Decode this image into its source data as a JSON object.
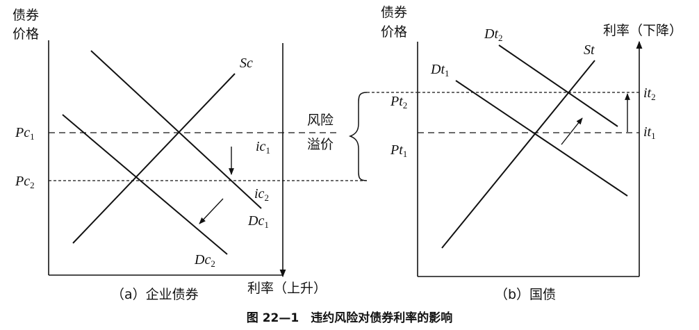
{
  "panel_a": {
    "y_axis_label_line1": "债券",
    "y_axis_label_line2": "价格",
    "x_axis_label": "利率（上升）",
    "supply_label": "Sc",
    "demand_old_label": "Dc",
    "demand_old_sub": "1",
    "demand_new_label": "Dc",
    "demand_new_sub": "2",
    "price1_label": "Pc",
    "price1_sub": "1",
    "price2_label": "Pc",
    "price2_sub": "2",
    "rate1_label": "ic",
    "rate1_sub": "1",
    "rate2_label": "ic",
    "rate2_sub": "2",
    "caption": "（a）企业债券"
  },
  "risk_premium": {
    "line1": "风险",
    "line2": "溢价"
  },
  "panel_b": {
    "y_axis_label_line1": "债券",
    "y_axis_label_line2": "价格",
    "x_axis_label": "利率（下降）",
    "supply_label": "St",
    "demand_old_label": "Dt",
    "demand_old_sub": "1",
    "demand_new_label": "Dt",
    "demand_new_sub": "2",
    "price1_label": "Pt",
    "price1_sub": "1",
    "price2_label": "Pt",
    "price2_sub": "2",
    "rate1_label": "it",
    "rate1_sub": "1",
    "rate2_label": "it",
    "rate2_sub": "2",
    "caption": "（b）国债"
  },
  "figure_caption": "图 22—1　违约风险对债券利率的影响"
}
